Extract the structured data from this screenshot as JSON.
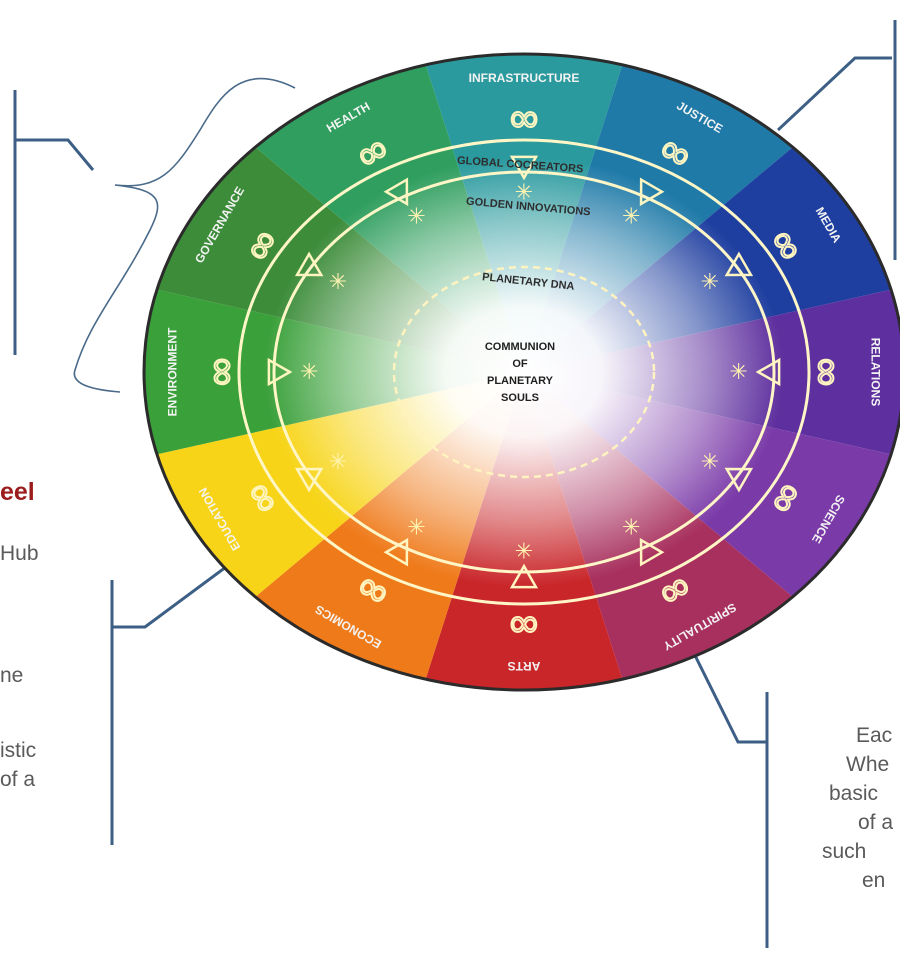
{
  "wheel": {
    "sectors": [
      {
        "label": "INFRASTRUCTURE",
        "color": "#2a9a9e"
      },
      {
        "label": "JUSTICE",
        "color": "#1f7aa8"
      },
      {
        "label": "MEDIA",
        "color": "#1f3fa0"
      },
      {
        "label": "RELATIONS",
        "color": "#5e2f9e"
      },
      {
        "label": "SCIENCE",
        "color": "#7a3aa8"
      },
      {
        "label": "SPIRITUALITY",
        "color": "#a8305e"
      },
      {
        "label": "ARTS",
        "color": "#c9262a"
      },
      {
        "label": "ECONOMICS",
        "color": "#ef7a1a"
      },
      {
        "label": "EDUCATION",
        "color": "#f7d417"
      },
      {
        "label": "ENVIRONMENT",
        "color": "#3aa03a"
      },
      {
        "label": "GOVERNANCE",
        "color": "#3c8c3a"
      },
      {
        "label": "HEALTH",
        "color": "#2f9e5e"
      }
    ],
    "ring_labels": {
      "outer": "GLOBAL COCREATORS",
      "middle": "GOLDEN INNOVATIONS",
      "inner": "PLANETARY DNA"
    },
    "center_lines": [
      "COMMUNION",
      "OF",
      "PLANETARY",
      "SOULS"
    ]
  },
  "left_text": {
    "title_fragment": "eel",
    "lines": [
      "Hub",
      "",
      "",
      "ne",
      "",
      "istic",
      "of a"
    ]
  },
  "right_text": {
    "lines": [
      "Eac",
      "Whe",
      "basic",
      "of a",
      "such",
      "en"
    ]
  }
}
